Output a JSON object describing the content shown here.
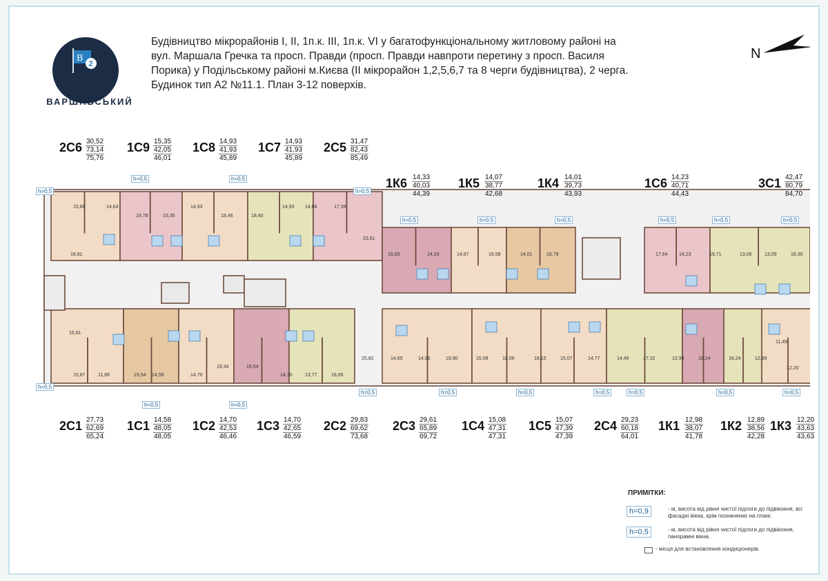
{
  "logo": {
    "badge_letter": "B",
    "badge_number": "2",
    "name": "ВАРШАВСЬКИЙ"
  },
  "title_lines": [
    "Будівництво мікрорайонів I, II, 1п.к. III, 1п.к. VI у багатофункціональному житловому районі на",
    "вул. Маршала Гречка та просп. Правди (просп. Правди навпроти перетину  з просп. Василя",
    "Порика) у Подільському районі м.Києва (II мікрорайон 1,2,5,6,7 та 8 черги будівництва), 2 черга.",
    "Будинок тип А2  №11.1.   План 3-12 поверхів."
  ],
  "compass_label": "N",
  "apartments_top": [
    {
      "code": "2С6",
      "areas": [
        "30,52",
        "73,14",
        "75,76"
      ]
    },
    {
      "code": "1С9",
      "areas": [
        "15,35",
        "42,05",
        "46,01"
      ]
    },
    {
      "code": "1С8",
      "areas": [
        "14,93",
        "41,93",
        "45,89"
      ]
    },
    {
      "code": "1С7",
      "areas": [
        "14,93",
        "41,93",
        "45,89"
      ]
    },
    {
      "code": "2С5",
      "areas": [
        "31,47",
        "82,43",
        "85,49"
      ]
    },
    {
      "code": "1К6",
      "areas": [
        "14,33",
        "40,03",
        "44,39"
      ]
    },
    {
      "code": "1К5",
      "areas": [
        "14,07",
        "38,77",
        "42,68"
      ]
    },
    {
      "code": "1К4",
      "areas": [
        "14,01",
        "39,73",
        "43,93"
      ]
    },
    {
      "code": "1С6",
      "areas": [
        "14,23",
        "40,71",
        "44,43"
      ]
    },
    {
      "code": "3С1",
      "areas": [
        "42,47",
        "80,79",
        "84,70"
      ]
    }
  ],
  "apartments_bottom": [
    {
      "code": "2С1",
      "areas": [
        "27,73",
        "62,69",
        "65,24"
      ]
    },
    {
      "code": "1С1",
      "areas": [
        "14,58",
        "48,05",
        "48,05"
      ]
    },
    {
      "code": "1С2",
      "areas": [
        "14,70",
        "42,53",
        "46,46"
      ]
    },
    {
      "code": "1С3",
      "areas": [
        "14,70",
        "42,65",
        "46,59"
      ]
    },
    {
      "code": "2С2",
      "areas": [
        "29,83",
        "69,62",
        "73,68"
      ]
    },
    {
      "code": "2С3",
      "areas": [
        "29,61",
        "65,89",
        "69,72"
      ]
    },
    {
      "code": "1С4",
      "areas": [
        "15,08",
        "47,31",
        "47,31"
      ]
    },
    {
      "code": "1С5",
      "areas": [
        "15,07",
        "47,39",
        "47,39"
      ]
    },
    {
      "code": "2С4",
      "areas": [
        "29,23",
        "60,18",
        "64,01"
      ]
    },
    {
      "code": "1К1",
      "areas": [
        "12,98",
        "38,07",
        "41,78"
      ]
    },
    {
      "code": "1К2",
      "areas": [
        "12,89",
        "38,56",
        "42,28"
      ]
    },
    {
      "code": "1К3",
      "areas": [
        "12,20",
        "43,63",
        "43,63"
      ]
    }
  ],
  "rooms_top": [
    "15,88",
    "14,64",
    "18,81",
    "19,78",
    "15,35",
    "14,93",
    "18,46",
    "18,40",
    "14,93",
    "14,68",
    "17,39",
    "23,61",
    "16,93",
    "14,33",
    "14,67",
    "16,58",
    "14,01",
    "16,79",
    "17,64",
    "14,23",
    "19,71",
    "13,06",
    "13,09",
    "16,30"
  ],
  "rooms_bottom": [
    "15,81",
    "15,87",
    "11,86",
    "19,54",
    "14,58",
    "14,70",
    "19,34",
    "19,54",
    "14,70",
    "13,77",
    "18,06",
    "20,82",
    "14,65",
    "14,96",
    "19,90",
    "15,08",
    "18,06",
    "18,15",
    "15,07",
    "14,77",
    "14,46",
    "17,32",
    "12,98",
    "16,24",
    "16,24",
    "12,99",
    "11,49",
    "12,20"
  ],
  "h_value": "h=0,5",
  "notes": {
    "title": "ПРИМІТКИ:",
    "items": [
      {
        "badge": "h=0,9",
        "text": "- м, висота від рівня чистої підлоги до підвіконня, всі фасадні вікна, крім позначених на плані."
      },
      {
        "badge": "h=0,5",
        "text": "- м, висота від рівня чистої підлоги до підвіконня, панорамні вікна."
      }
    ],
    "ac_text": "- місця для встановлення кондиціонерів."
  },
  "colors": {
    "peach": "#f3dcc5",
    "pink": "#eac5c9",
    "olive": "#e5e3b9",
    "rose": "#d9a9b4",
    "cream": "#f1e5c8",
    "tan": "#e6c8a3",
    "wall": "#6e4c3e",
    "corridor": "#f1f1f1",
    "bath": "#b9d7ef"
  }
}
